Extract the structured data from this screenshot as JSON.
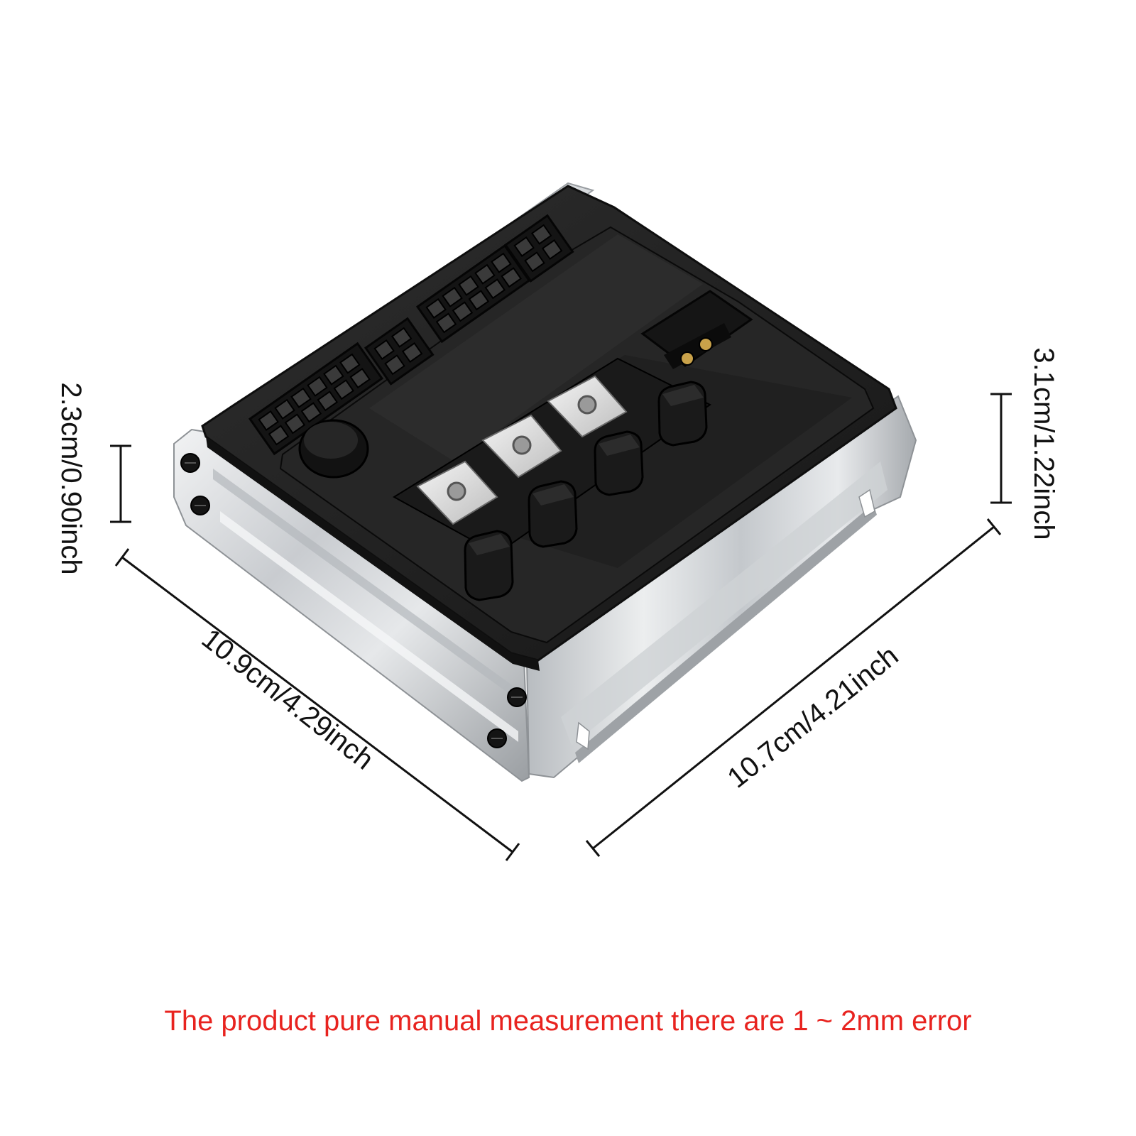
{
  "image": {
    "subject": "controller-box",
    "background_color": "#ffffff"
  },
  "dimensions": {
    "height_left": "2.3cm/0.90inch",
    "height_right": "3.1cm/1.22inch",
    "length_left": "10.9cm/4.29inch",
    "length_right": "10.7cm/4.21inch",
    "line_color": "#111111"
  },
  "disclaimer": {
    "text": "The product pure manual measurement there are 1 ~ 2mm error",
    "color": "#e8231f"
  },
  "colors": {
    "housing": "#1e1e1e",
    "panel": "#2a2a2a",
    "metal_light": "#e4e6e8",
    "metal_mid": "#c0c4c8",
    "metal_dark": "#8e9296",
    "terminal": "#d8d8d8"
  }
}
